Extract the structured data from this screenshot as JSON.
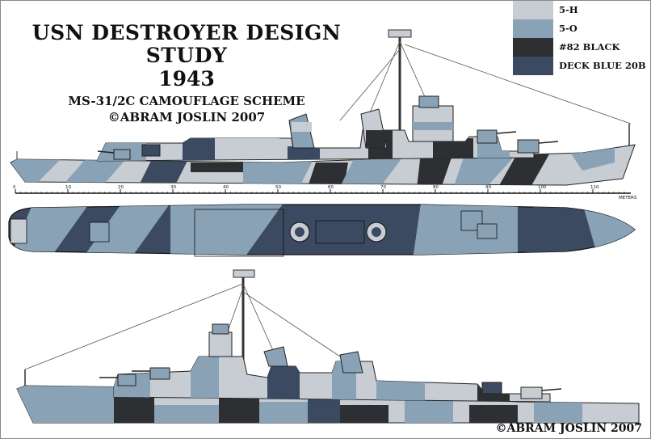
{
  "title": {
    "line1": "USN DESTROYER DESIGN STUDY",
    "line2": "1943",
    "line3": "MS-31/2C CAMOUFLAGE SCHEME",
    "line4": "©ABRAM JOSLIN 2007"
  },
  "legend": [
    {
      "label": "5-H",
      "color": "#c8ccd3"
    },
    {
      "label": "5-O",
      "color": "#8aa2b5"
    },
    {
      "label": "#82 BLACK",
      "color": "#2d2f33"
    },
    {
      "label": "DECK BLUE 20B",
      "color": "#3b4a61"
    }
  ],
  "ruler": {
    "labels": [
      "0",
      "10",
      "20",
      "30",
      "40",
      "50",
      "60",
      "70",
      "80",
      "90",
      "100",
      "110"
    ],
    "unit": "METERS"
  },
  "footer": "©ABRAM JOSLIN 2007"
}
